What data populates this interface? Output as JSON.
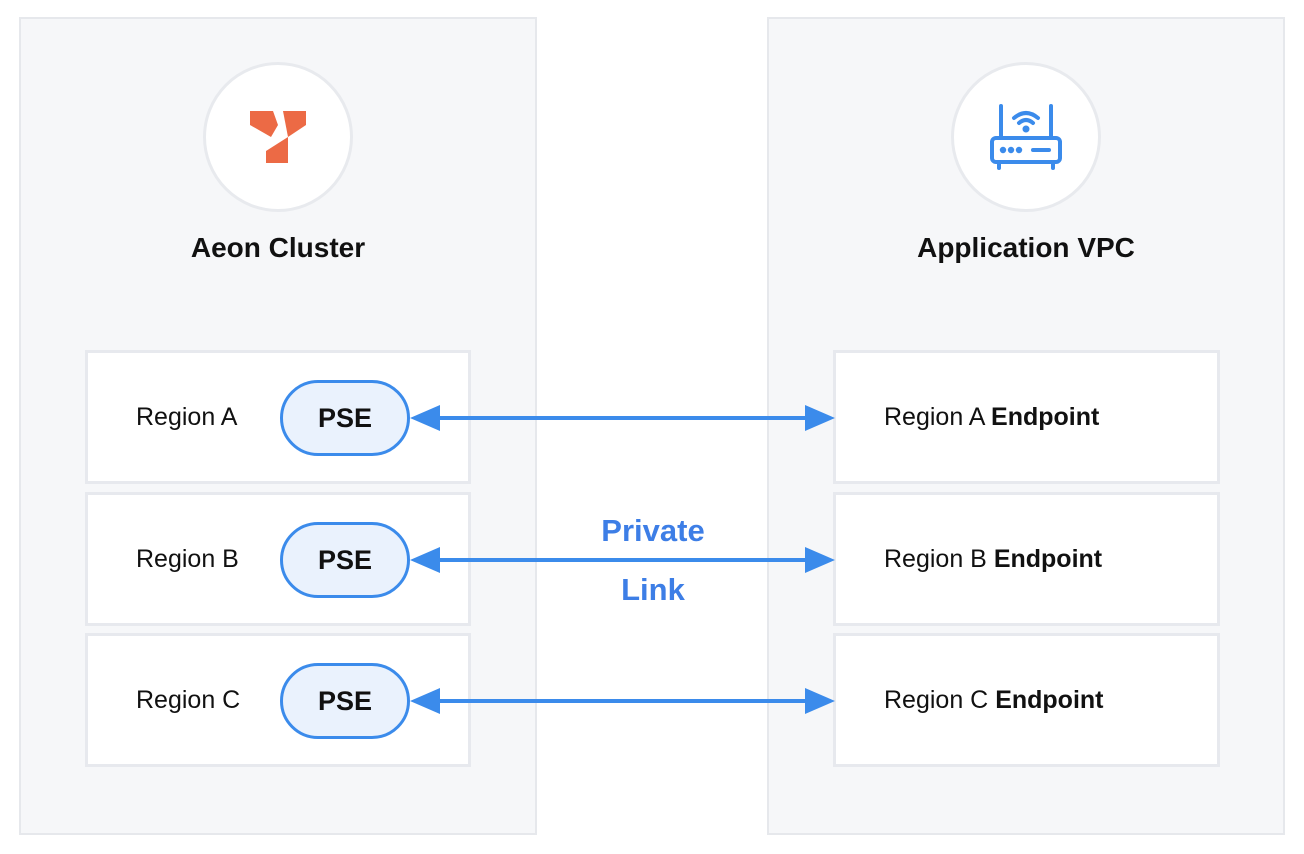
{
  "left_panel": {
    "title": "Aeon Cluster",
    "icon": "aeon-logo-icon",
    "regions": [
      {
        "label": "Region A",
        "badge": "PSE"
      },
      {
        "label": "Region B",
        "badge": "PSE"
      },
      {
        "label": "Region C",
        "badge": "PSE"
      }
    ]
  },
  "right_panel": {
    "title": "Application VPC",
    "icon": "router-wifi-icon",
    "endpoints": [
      {
        "region": "Region A",
        "suffix": "Endpoint"
      },
      {
        "region": "Region B",
        "suffix": "Endpoint"
      },
      {
        "region": "Region C",
        "suffix": "Endpoint"
      }
    ]
  },
  "connection": {
    "label_line1": "Private",
    "label_line2": "Link"
  },
  "colors": {
    "accent_blue": "#3b8beb",
    "link_text": "#3d7ee6",
    "logo_orange": "#ec6a45",
    "panel_bg": "#f6f7f9"
  }
}
